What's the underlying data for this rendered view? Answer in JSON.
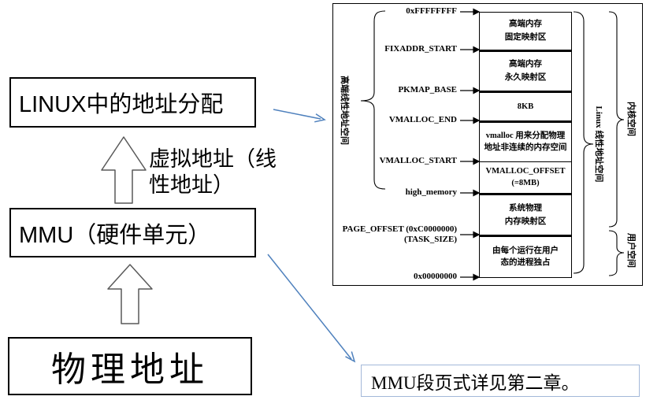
{
  "left_panel": {
    "linux_box_label": "LINUX中的地址分配",
    "mmu_box_label": "MMU（硬件单元）",
    "physical_box_label": "物理地址",
    "virtual_addr_label_line1": "虚拟地址（线",
    "virtual_addr_label_line2": "性地址）"
  },
  "note_box": {
    "text": "MMU段页式详见第二章。"
  },
  "diagram": {
    "address_labels": [
      {
        "text": "0xFFFFFFFF"
      },
      {
        "text": "FIXADDR_START"
      },
      {
        "text": "PKMAP_BASE"
      },
      {
        "text": "VMALLOC_END"
      },
      {
        "text": "VMALLOC_START"
      },
      {
        "text": "high_memory"
      },
      {
        "text": "PAGE_OFFSET (0xC0000000)",
        "text2": "(TASK_SIZE)"
      },
      {
        "text": "0x00000000"
      }
    ],
    "segments": [
      {
        "line1": "高端内存",
        "line2": "固定映射区"
      },
      {
        "line1": "高端内存",
        "line2": "永久映射区"
      },
      {
        "line1": "8KB",
        "line2": ""
      },
      {
        "line1": "vmalloc 用来分配物理",
        "line2": "地址非连续的内存空间"
      },
      {
        "line1": "VMALLOC_OFFSET",
        "line2": "(=8MB)"
      },
      {
        "line1": "系统物理",
        "line2": "内存映射区"
      },
      {
        "line1": "由每个运行在用户",
        "line2": "态的进程独占"
      }
    ],
    "vertical_labels": {
      "high_region": "高端线性地址空间",
      "linux_space": "Linux 线性地址空间",
      "kernel_space": "内核空间",
      "user_space": "用户空间"
    },
    "colors": {
      "accent_blue": "#4f81bd",
      "note_border": "#a3b8d9"
    }
  }
}
